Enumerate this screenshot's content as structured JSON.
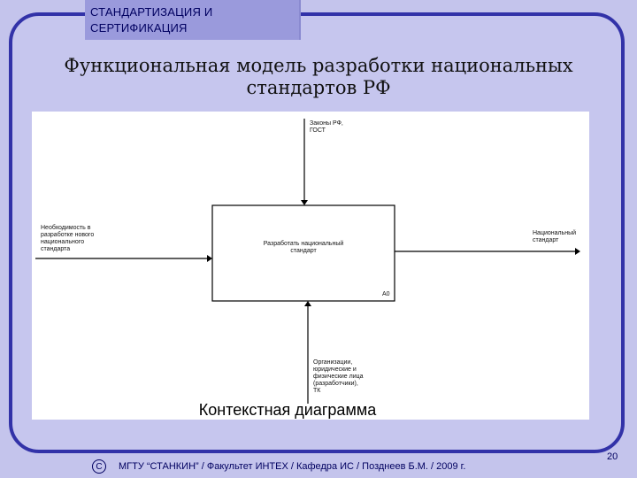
{
  "header": {
    "tab_line1": "СТАНДАРТИЗАЦИЯ И",
    "tab_line2": "СЕРТИФИКАЦИЯ"
  },
  "slide": {
    "title_line1": "Функциональная модель разработки национальных",
    "title_line2": "стандартов РФ"
  },
  "diagram": {
    "control_label_1": "Законы РФ,",
    "control_label_2": "ГОСТ",
    "input_label_1": "Необходимость в",
    "input_label_2": "разработке нового",
    "input_label_3": "национального",
    "input_label_4": "стандарта",
    "box_label_1": "Разработать национальный",
    "box_label_2": "стандарт",
    "box_node": "A0",
    "output_label_1": "Национальный",
    "output_label_2": "стандарт",
    "mech_label_1": "Организации,",
    "mech_label_2": "юридические и",
    "mech_label_3": "физические лица",
    "mech_label_4": "(разработчики),",
    "mech_label_5": "ТК",
    "caption": "Контекстная диаграмма"
  },
  "footer": {
    "copyright_symbol": "С",
    "text": "МГТУ “СТАНКИН” / Факультет ИНТЕХ / Кафедра ИС / Позднеев Б.М. / 2009 г.",
    "page_number": "20"
  }
}
